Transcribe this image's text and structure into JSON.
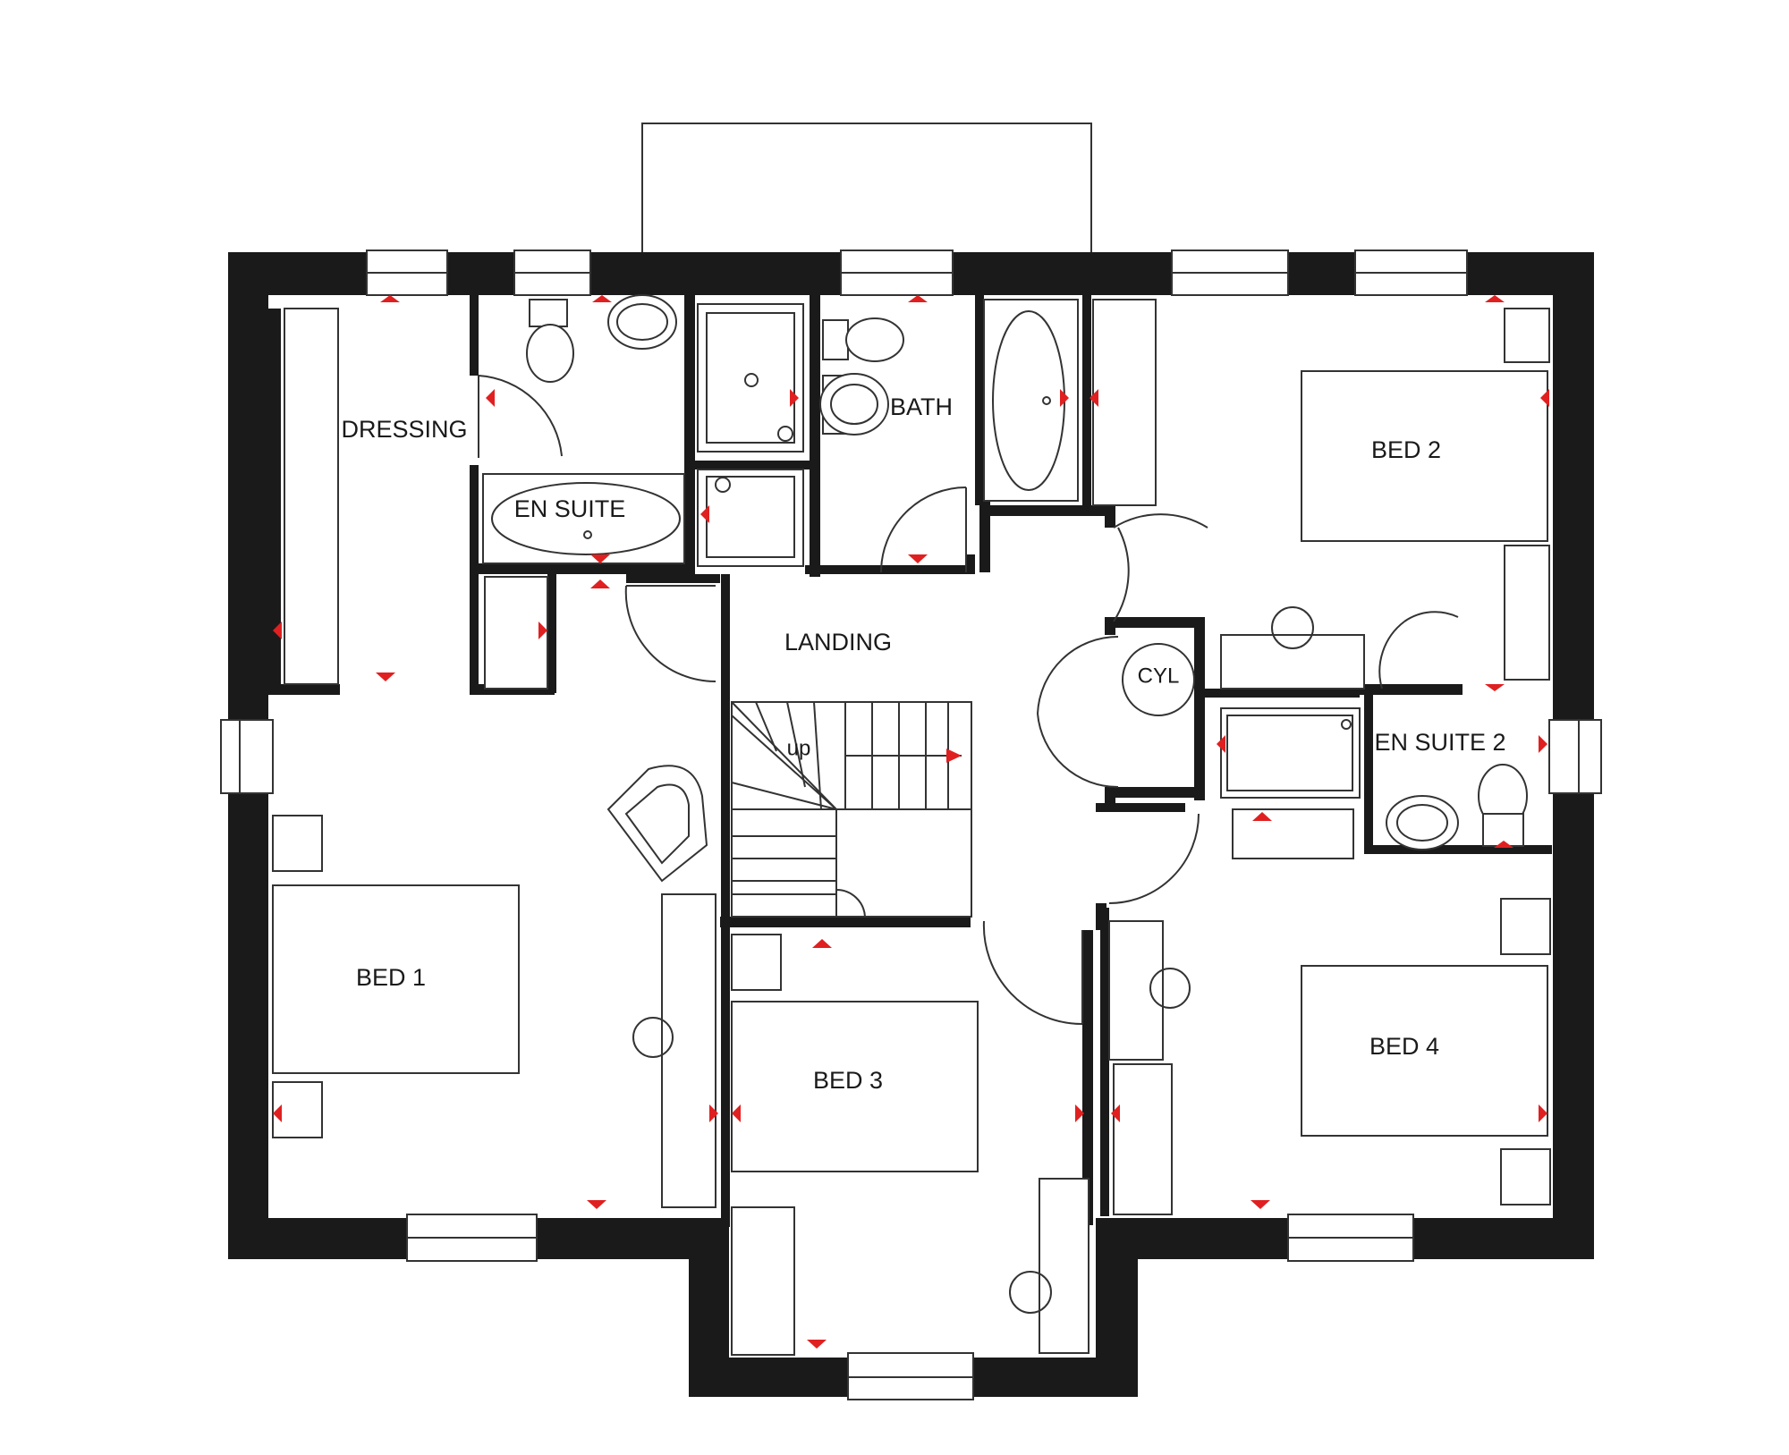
{
  "rooms": {
    "dressing": "DRESSING",
    "en_suite": "EN SUITE",
    "bath": "BATH",
    "bed2": "BED 2",
    "landing": "LANDING",
    "cyl": "CYL",
    "en_suite_2": "EN SUITE 2",
    "stairs_up": "up",
    "bed1": "BED 1",
    "bed3": "BED 3",
    "bed4": "BED 4"
  },
  "colors": {
    "wall": "#1a1a1a",
    "marker": "#e02020"
  }
}
